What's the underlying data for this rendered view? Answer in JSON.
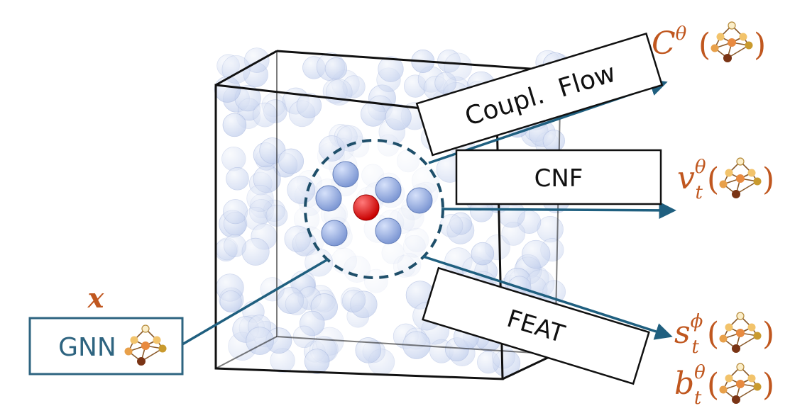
{
  "input": {
    "symbol": "x",
    "label": "GNN"
  },
  "boxes": {
    "coupling": "Coupl.  Flow",
    "cnf": "CNF",
    "feat": "FEAT"
  },
  "outputs": {
    "coupling": {
      "base": "C",
      "sup": "θ",
      "sub": ""
    },
    "cnf": {
      "base": "v",
      "sup": "θ",
      "sub": "t"
    },
    "feat_s": {
      "base": "s",
      "sup": "ϕ",
      "sub": "t"
    },
    "feat_b": {
      "base": "b",
      "sup": "θ",
      "sub": "t"
    }
  },
  "colors": {
    "arrow": "#1f5f7f",
    "math": "#c0571f",
    "gnn_box": "#2e6480",
    "gnn_text": "#2e6480",
    "center_particle": "#e00000",
    "neighbor_particle": "#8fa8e0",
    "background_particle": "#c9d6f0",
    "cube_edge": "#111111",
    "icon_nodes": [
      "#e8b24a",
      "#e88a40",
      "#b5542a",
      "#7a3415",
      "#fbeec9"
    ]
  }
}
